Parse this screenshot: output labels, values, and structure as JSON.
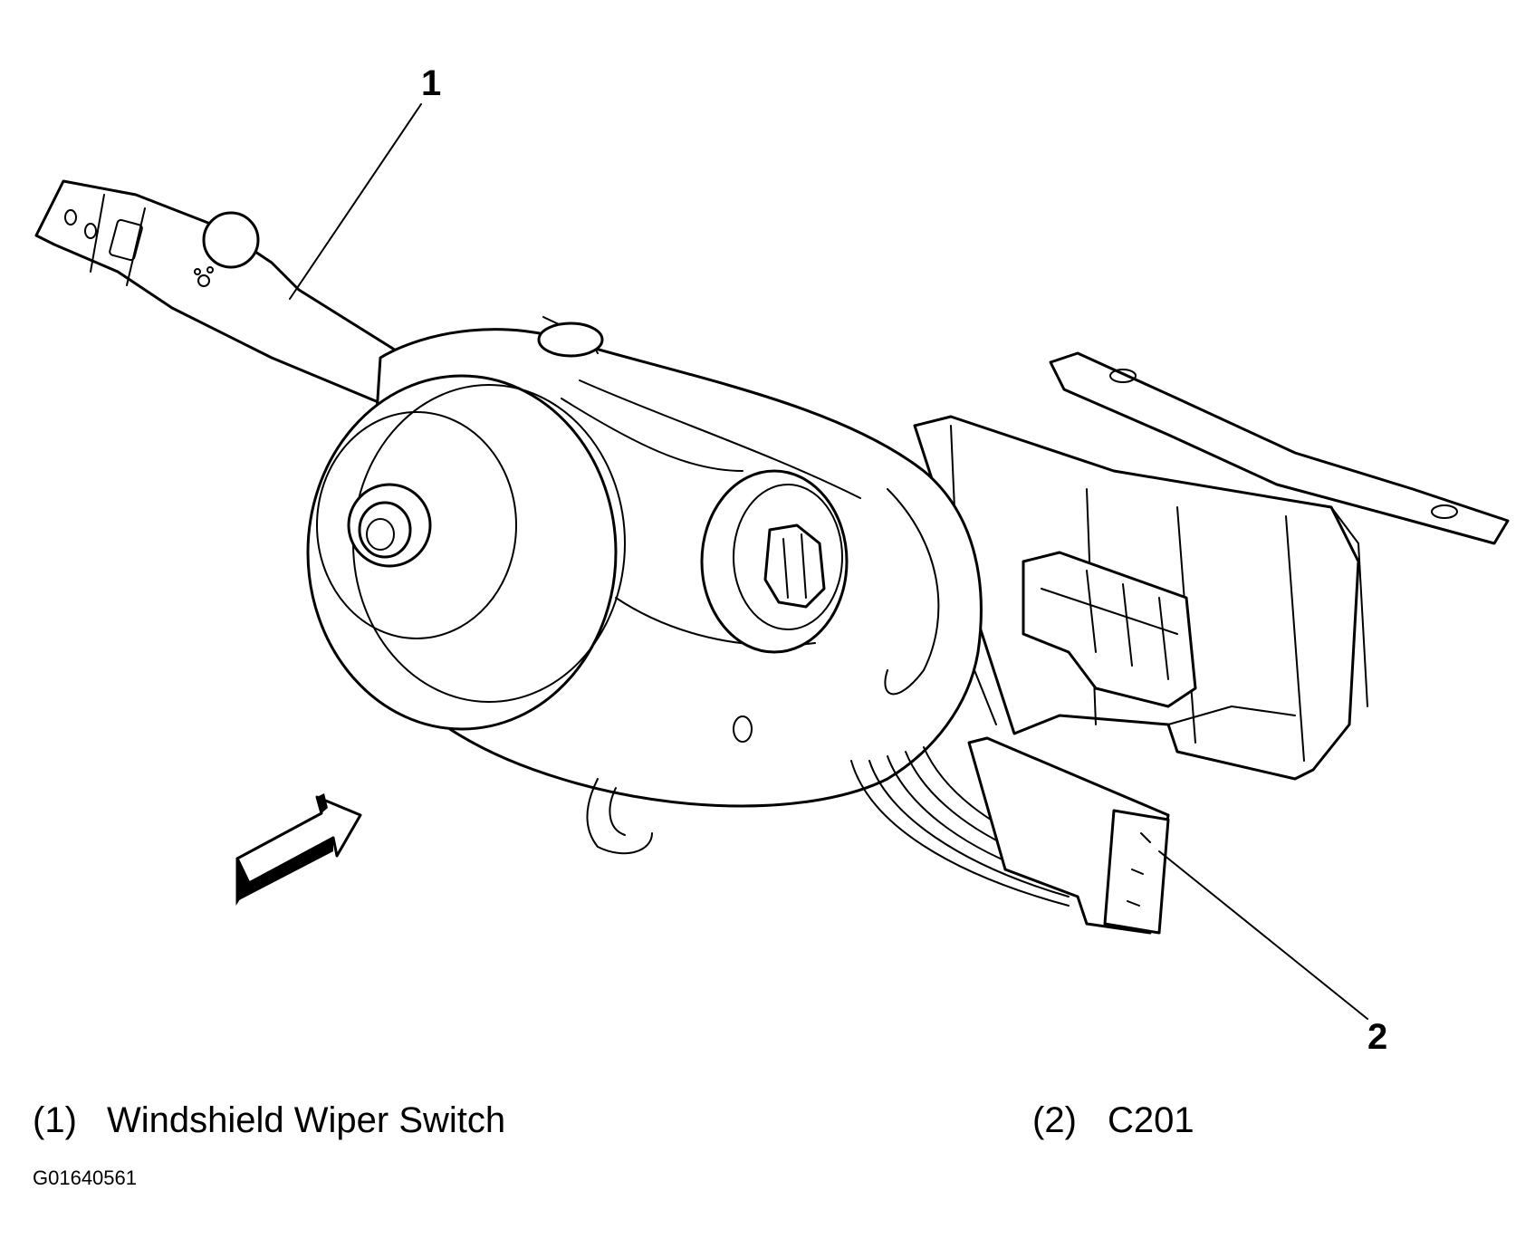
{
  "callouts": [
    {
      "number": "1"
    },
    {
      "number": "2"
    }
  ],
  "legend": [
    {
      "number": "(1)",
      "label": "Windshield Wiper Switch"
    },
    {
      "number": "(2)",
      "label": "C201"
    }
  ],
  "figure_code": "G01640561",
  "icons": {
    "view_arrow": "view-direction-arrow-icon"
  },
  "colors": {
    "line": "#000000",
    "background": "#ffffff"
  }
}
